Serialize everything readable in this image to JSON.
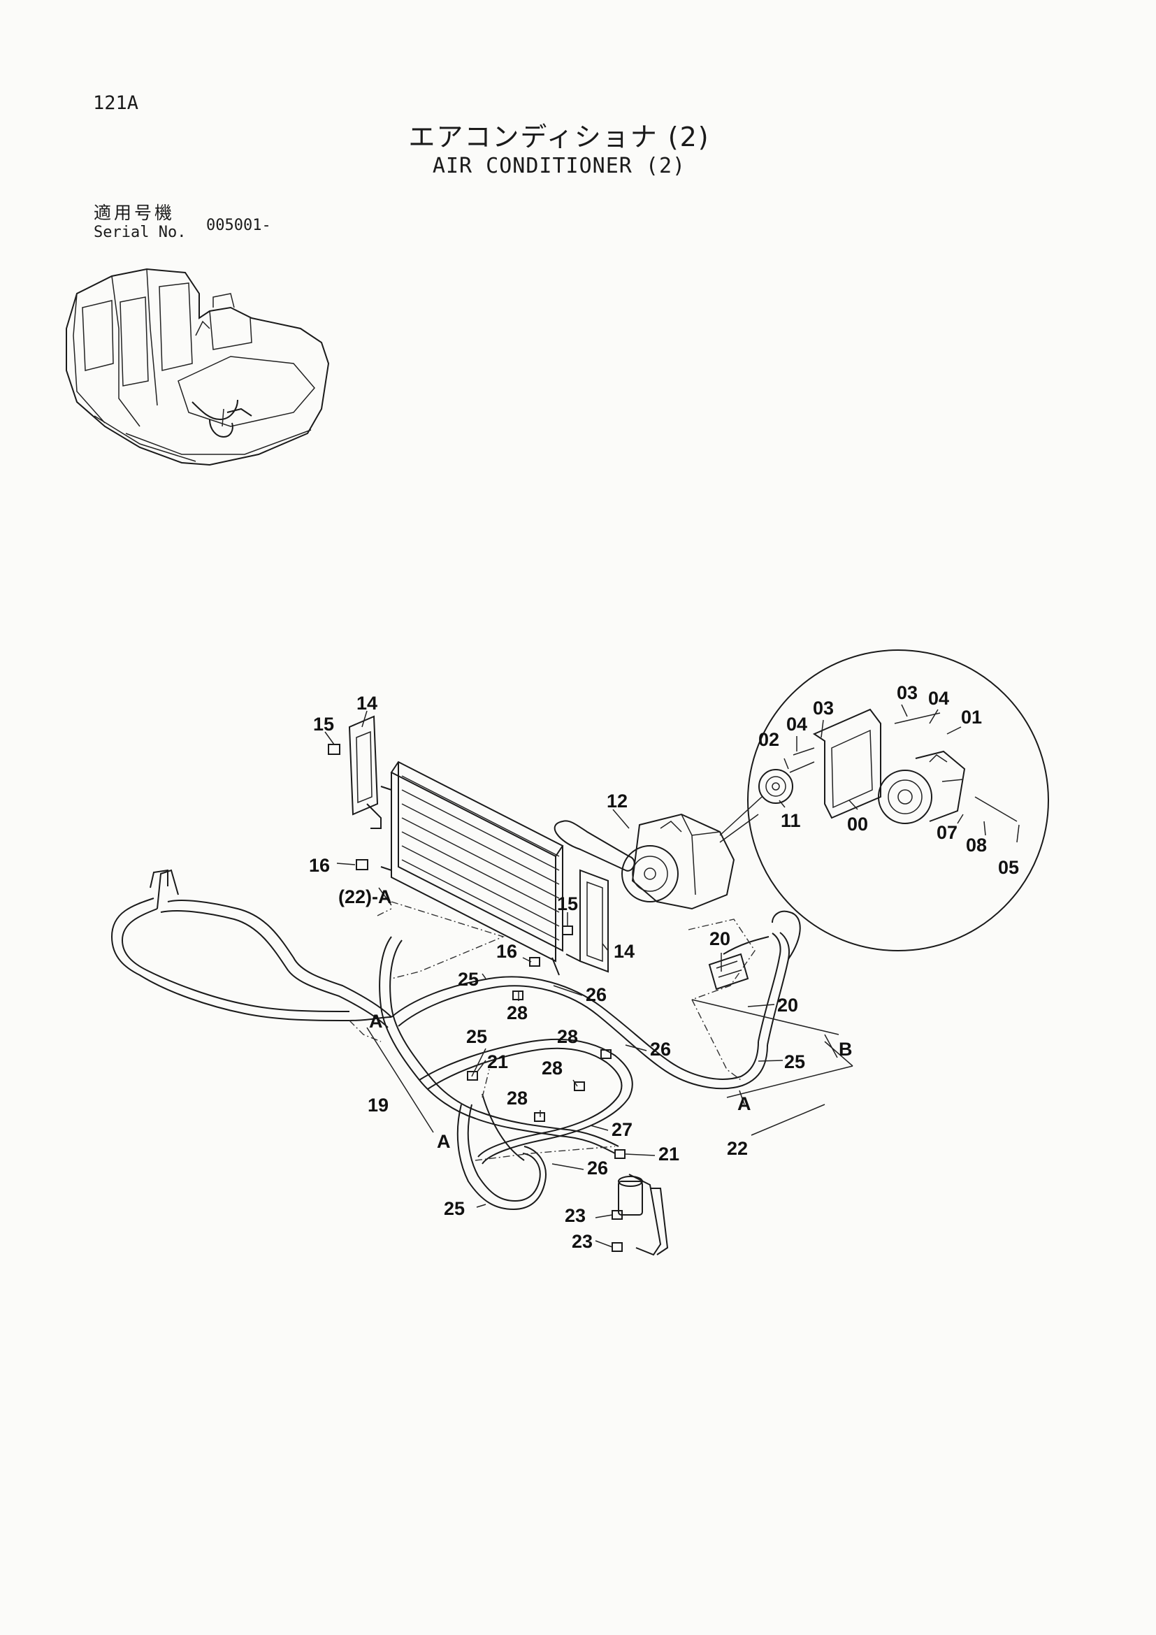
{
  "header": {
    "page_number": "121A",
    "title_jp": "エアコンディショナ (2)",
    "title_en": "AIR CONDITIONER (2)"
  },
  "serial": {
    "label_jp": "適用号機",
    "label_en": "Serial No.",
    "value": "005001-"
  },
  "callouts": [
    {
      "label": "15"
    },
    {
      "label": "14"
    },
    {
      "label": "16"
    },
    {
      "label": "(22)-A"
    },
    {
      "label": "12"
    },
    {
      "label": "15"
    },
    {
      "label": "14"
    },
    {
      "label": "16"
    },
    {
      "label": "25"
    },
    {
      "label": "26"
    },
    {
      "label": "28"
    },
    {
      "label": "A"
    },
    {
      "label": "25"
    },
    {
      "label": "28"
    },
    {
      "label": "26"
    },
    {
      "label": "21"
    },
    {
      "label": "28"
    },
    {
      "label": "19"
    },
    {
      "label": "28"
    },
    {
      "label": "27"
    },
    {
      "label": "A"
    },
    {
      "label": "21"
    },
    {
      "label": "26"
    },
    {
      "label": "25"
    },
    {
      "label": "23"
    },
    {
      "label": "23"
    },
    {
      "label": "20"
    },
    {
      "label": "20"
    },
    {
      "label": "B"
    },
    {
      "label": "25"
    },
    {
      "label": "A"
    },
    {
      "label": "22"
    },
    {
      "label": "02"
    },
    {
      "label": "04"
    },
    {
      "label": "03"
    },
    {
      "label": "03"
    },
    {
      "label": "04"
    },
    {
      "label": "01"
    },
    {
      "label": "11"
    },
    {
      "label": "00"
    },
    {
      "label": "07"
    },
    {
      "label": "08"
    },
    {
      "label": "05"
    }
  ]
}
